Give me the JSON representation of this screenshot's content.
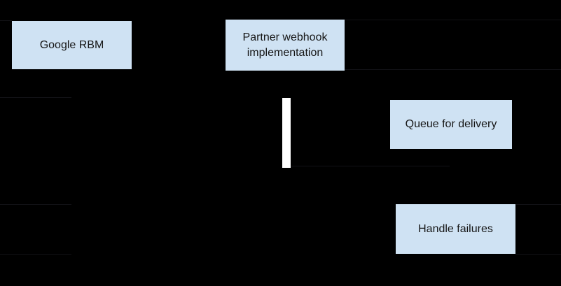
{
  "diagram": {
    "type": "sequence-diagram",
    "background_color": "#000000",
    "colors": {
      "node_fill": "#cfe2f3",
      "node_text": "#161616",
      "activation_bar": "#ffffff",
      "faint_message_line": "#121216"
    },
    "nodes": [
      {
        "id": "google-rbm",
        "label": "Google RBM"
      },
      {
        "id": "partner-webhook",
        "label": "Partner webhook implementation"
      },
      {
        "id": "queue-for-delivery",
        "label": "Queue for delivery"
      },
      {
        "id": "handle-failures",
        "label": "Handle failures"
      }
    ],
    "activation_bar": {
      "lifeline": "partner-webhook"
    }
  }
}
